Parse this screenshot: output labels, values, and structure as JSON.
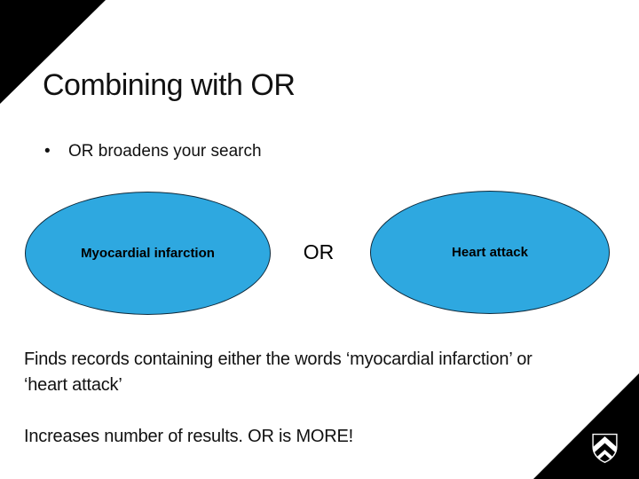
{
  "slide": {
    "title": "Combining with OR",
    "bullet": {
      "marker": "•",
      "text": "OR broadens your search"
    },
    "diagram": {
      "left_set": "Myocardial infarction",
      "operator": "OR",
      "right_set": "Heart attack"
    },
    "body": {
      "lines": [
        "Finds records containing either the words ‘myocardial infarction’ or",
        "‘heart attack’"
      ]
    },
    "footer_note": "Increases number of results. OR is MORE!",
    "logo": {
      "name": "university-shield-logo"
    }
  },
  "colors": {
    "ellipse_fill": "#2EA8E0",
    "ellipse_border": "#0E2A3C",
    "corner_triangle": "#000000",
    "text": "#111111"
  }
}
